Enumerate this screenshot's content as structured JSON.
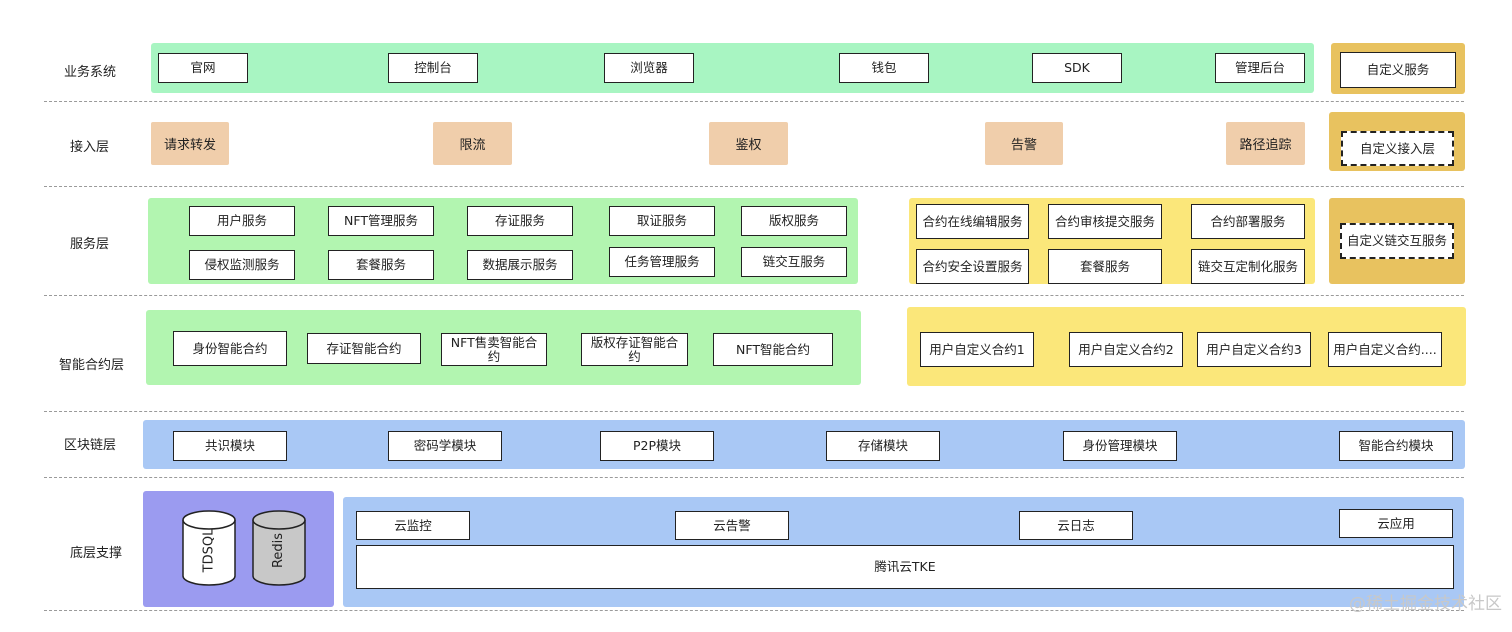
{
  "layers": {
    "business": "业务系统",
    "access": "接入层",
    "service": "服务层",
    "contract": "智能合约层",
    "blockchain": "区块链层",
    "infra": "底层支撑"
  },
  "business": {
    "items": [
      "官网",
      "控制台",
      "浏览器",
      "钱包",
      "SDK",
      "管理后台"
    ],
    "custom": "自定义服务"
  },
  "access": {
    "items": [
      "请求转发",
      "限流",
      "鉴权",
      "告警",
      "路径追踪"
    ],
    "custom": "自定义接入层"
  },
  "service": {
    "items": [
      "用户服务",
      "NFT管理服务",
      "存证服务",
      "取证服务",
      "版权服务",
      "侵权监测服务",
      "套餐服务",
      "数据展示服务",
      "任务管理服务",
      "链交互服务"
    ],
    "contract_items": [
      "合约在线编辑服务",
      "合约审核提交服务",
      "合约部署服务",
      "合约安全设置服务",
      "套餐服务",
      "链交互定制化服务"
    ],
    "custom": "自定义链交互服务"
  },
  "contract": {
    "items": [
      "身份智能合约",
      "存证智能合约",
      "NFT售卖智能合约",
      "版权存证智能合约",
      "NFT智能合约"
    ],
    "user_items": [
      "用户自定义合约1",
      "用户自定义合约2",
      "用户自定义合约3",
      "用户自定义合约...."
    ]
  },
  "blockchain": {
    "items": [
      "共识模块",
      "密码学模块",
      "P2P模块",
      "存储模块",
      "身份管理模块",
      "智能合约模块"
    ]
  },
  "infra": {
    "databases": [
      "TDSQL",
      "Redis"
    ],
    "cloud_items": [
      "云监控",
      "云告警",
      "云日志",
      "云应用"
    ],
    "platform": "腾讯云TKE"
  },
  "watermark": "@稀土掘金技术社区"
}
